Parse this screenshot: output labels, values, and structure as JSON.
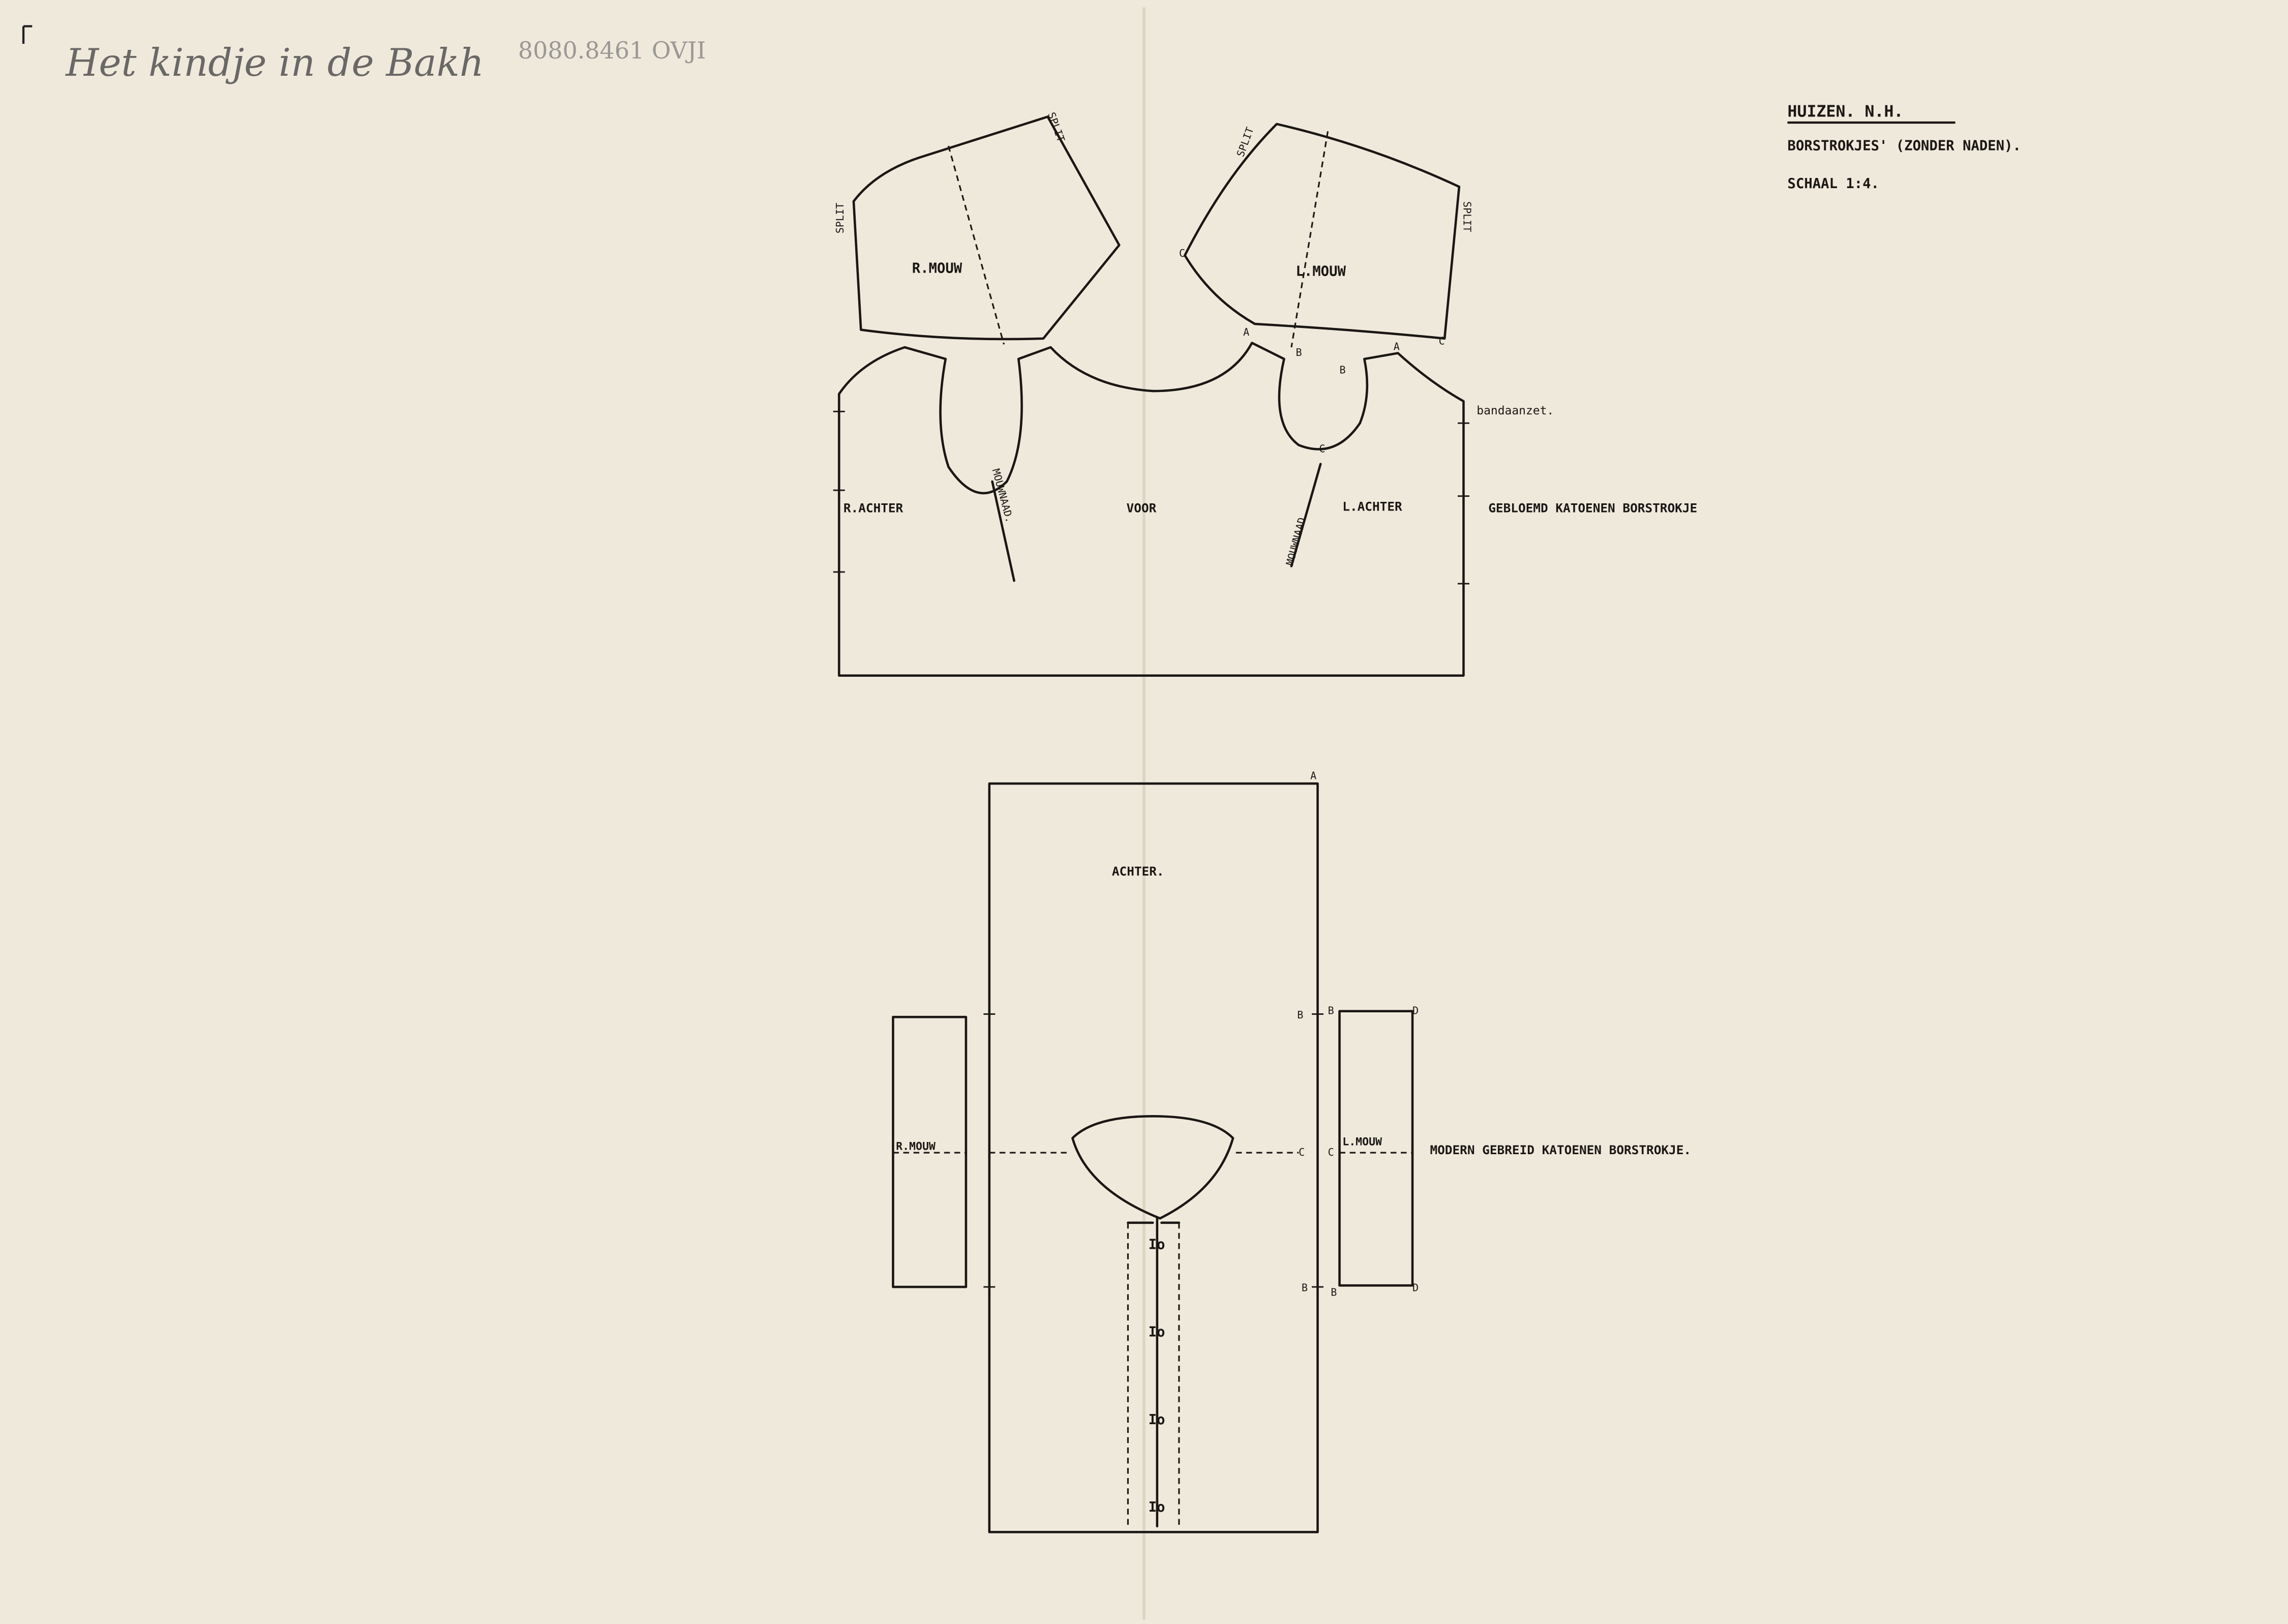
{
  "annotations": {
    "handwritten": "Het kindje in de Bakh",
    "inventory_number": "8080.8461 OVJI"
  },
  "header": {
    "place": "HUIZEN. N.H.",
    "title": "BORSTROKJES' (ZONDER NADEN).",
    "scale": "SCHAAL 1:4."
  },
  "top_pattern": {
    "right_sleeve": "R.MOUW",
    "left_sleeve": "L.MOUW",
    "split": "SPLIT",
    "right_back": "R.ACHTER",
    "front": "VOOR",
    "left_back": "L.ACHTER",
    "sleeve_seam": "MOUWNAAD.",
    "sleeve_seam_right": "MOUWNAAD",
    "band": "bandaanzet.",
    "caption": "GEBLOEMD KATOENEN BORSTROKJE",
    "points": {
      "a": "A",
      "b": "B",
      "c": "C"
    }
  },
  "bottom_pattern": {
    "back": "ACHTER.",
    "right_sleeve": "R.MOUW",
    "left_sleeve": "L.MOUW",
    "caption": "MODERN GEBREID KATOENEN BORSTROKJE.",
    "points": {
      "a": "A",
      "b": "B",
      "c": "C",
      "d": "D"
    },
    "button": "Io"
  }
}
